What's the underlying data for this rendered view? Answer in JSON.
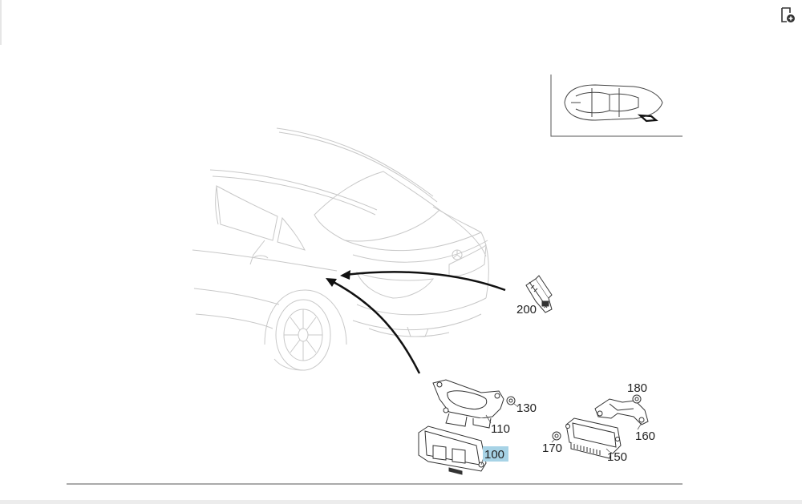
{
  "toolbar": {
    "add_to_list_icon": "document-add-icon"
  },
  "diagram": {
    "labels": {
      "p100": "100",
      "p110": "110",
      "p130": "130",
      "p150": "150",
      "p160": "160",
      "p170": "170",
      "p180": "180",
      "p200": "200"
    },
    "highlighted_part": "100",
    "colors": {
      "highlight": "#a7d3e6",
      "line_dark": "#222222",
      "line_light": "#c8c8c8"
    }
  }
}
